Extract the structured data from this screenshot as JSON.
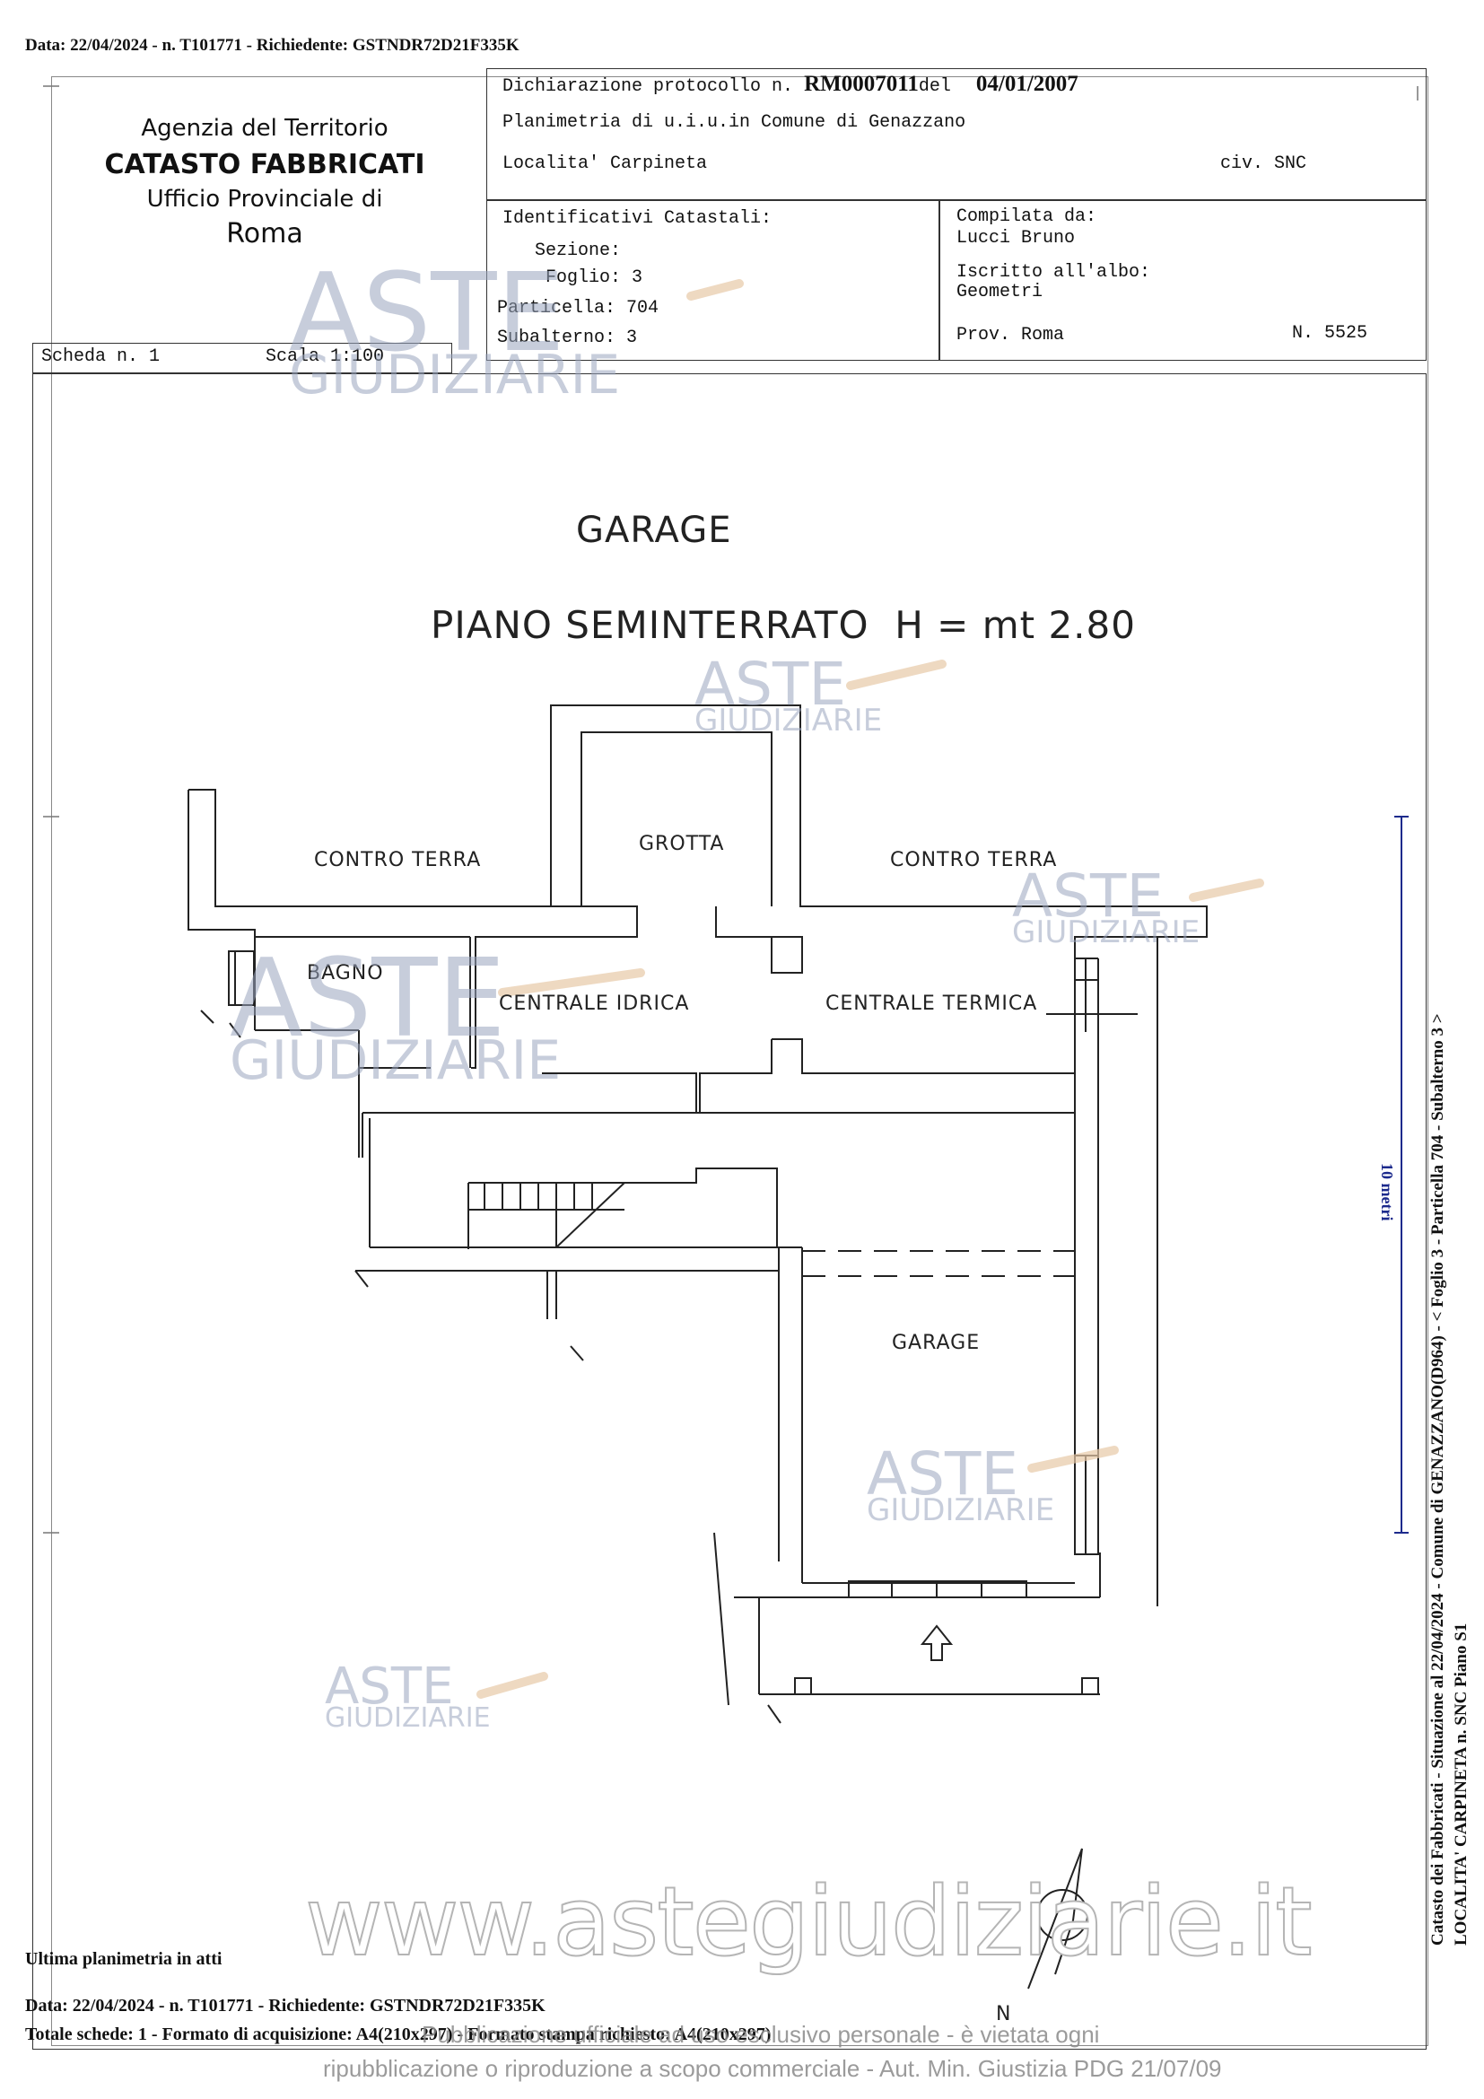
{
  "header_line": "Data: 22/04/2024 - n. T101771 - Richiedente: GSTNDR72D21F335K",
  "agency": {
    "line1": "Agenzia del Territorio",
    "line2": "CATASTO FABBRICATI",
    "line3": "Ufficio Provinciale di",
    "line4": "Roma"
  },
  "declaration": {
    "label": "Dichiarazione protocollo n.",
    "protocol": "RM0007011",
    "del_label": "del",
    "date": "04/01/2007",
    "planimetria": "Planimetria di u.i.u.in Comune di Genazzano",
    "localita": "Localita' Carpineta",
    "civ": "civ. SNC"
  },
  "identifiers": {
    "title": "Identificativi Catastali:",
    "sezione": "Sezione:",
    "foglio": "Foglio: 3",
    "particella": "Particella: 704",
    "subalterno": "Subalterno: 3"
  },
  "compiler": {
    "label": "Compilata da:",
    "name": "Lucci Bruno",
    "albo_label": "Iscritto all'albo:",
    "albo": "Geometri",
    "prov": "Prov. Roma",
    "number": "N.  5525"
  },
  "scheda": {
    "label": "Scheda n. 1",
    "scala": "Scala 1:100"
  },
  "plan": {
    "title": "GARAGE",
    "subtitle": "PIANO SEMINTERRATO  H = mt 2.80",
    "rooms": {
      "contro_terra_left": "CONTRO TERRA",
      "grotta": "GROTTA",
      "contro_terra_right": "CONTRO TERRA",
      "bagno": "BAGNO",
      "centrale_idrica": "CENTRALE IDRICA",
      "centrale_termica": "CENTRALE TERMICA",
      "garage": "GARAGE"
    },
    "north": "N"
  },
  "scale_bar_label": "10 metri",
  "side_text": {
    "line1": "Catasto dei Fabbricati - Situazione al 22/04/2024 - Comune di GENAZZANO(D964) - < Foglio 3 - Particella  704 - Subalterno 3 >",
    "line2": "LOCALITA' CARPINETA n. SNC Piano S1"
  },
  "watermark": {
    "top": "ASTE",
    "bottom": "GIUDIZIARIE",
    "url": "www.astegiudiziarie.it",
    "notice1": "Pubblicazione ufficiale ad uso esclusivo personale - è vietata ogni",
    "notice2": "ripubblicazione o riproduzione a scopo commerciale - Aut. Min. Giustizia PDG 21/07/09"
  },
  "footer": {
    "ultima": "Ultima planimetria in atti",
    "data_line": "Data: 22/04/2024 - n. T101771 - Richiedente: GSTNDR72D21F335K",
    "totale": "Totale schede: 1 - Formato di acquisizione: A4(210x297) - Formato stampa richiesto: A4(210x297)"
  },
  "colors": {
    "watermark": "#9aa6bf",
    "hammer": "#e8c9a8",
    "scale_bar": "#1c2a8c"
  }
}
